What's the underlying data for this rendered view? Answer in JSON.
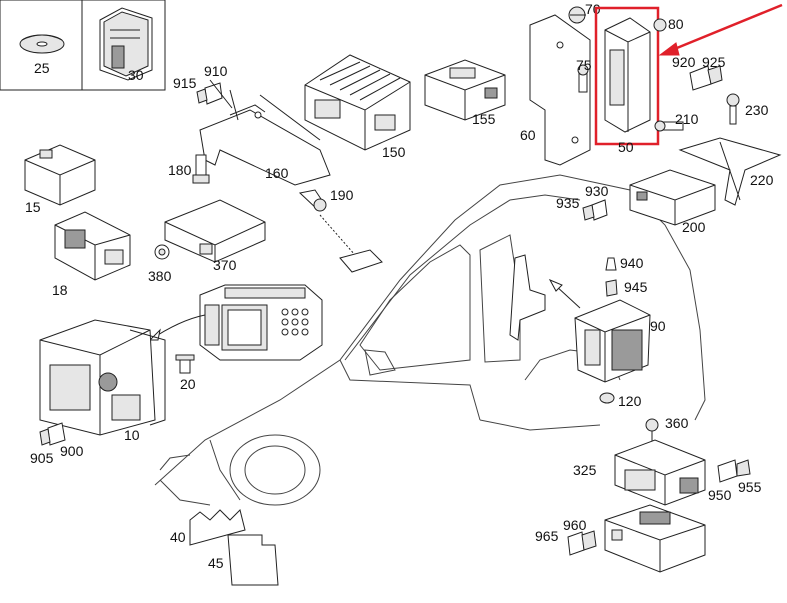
{
  "diagram": {
    "labels": {
      "p25": "25",
      "p30": "30",
      "p910": "910",
      "p915": "915",
      "p150": "150",
      "p155": "155",
      "p180": "180",
      "p160": "160",
      "p190": "190",
      "p15": "15",
      "p370": "370",
      "p380": "380",
      "p18": "18",
      "p20": "20",
      "p10": "10",
      "p905": "905",
      "p900": "900",
      "p40": "40",
      "p45": "45",
      "p70": "70",
      "p80": "80",
      "p75": "75",
      "p920": "920",
      "p925": "925",
      "p60": "60",
      "p50": "50",
      "p210": "210",
      "p230": "230",
      "p220": "220",
      "p930": "930",
      "p935": "935",
      "p200": "200",
      "p940": "940",
      "p945": "945",
      "p90": "90",
      "p120": "120",
      "p360": "360",
      "p325": "325",
      "p950": "950",
      "p955": "955",
      "p960": "960",
      "p965": "965"
    },
    "colors": {
      "highlight": "#e0202a",
      "line": "#222222",
      "background": "#ffffff"
    }
  }
}
